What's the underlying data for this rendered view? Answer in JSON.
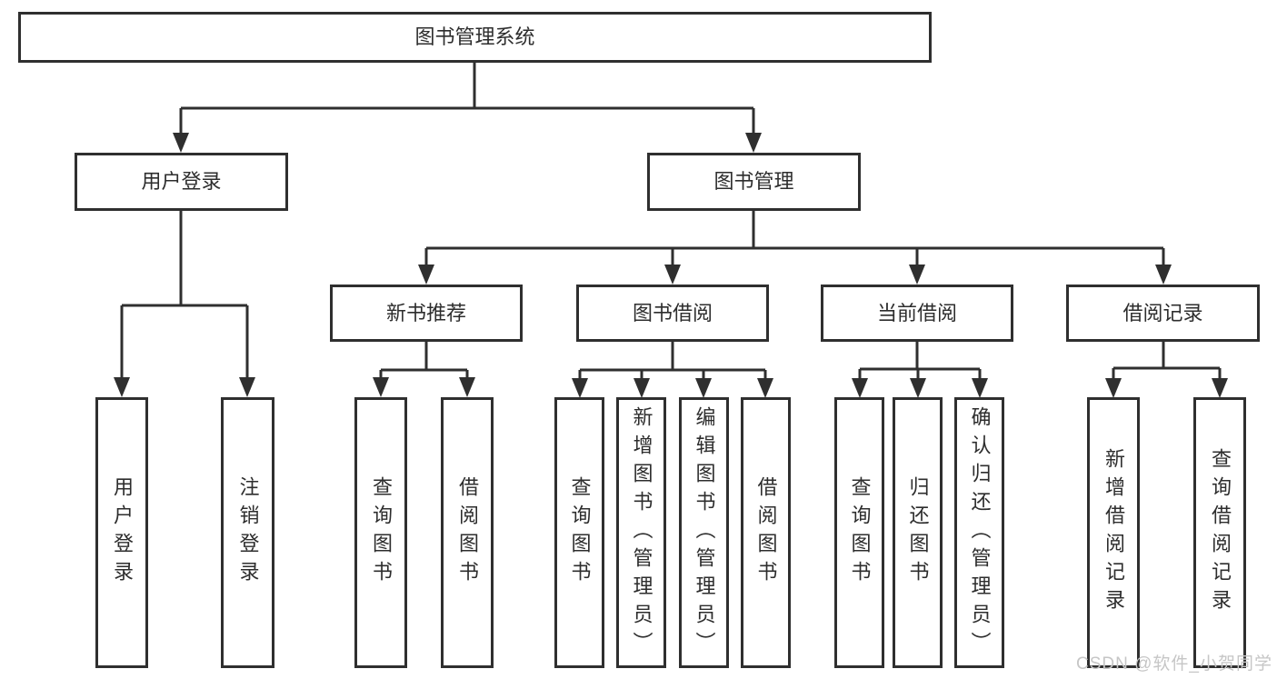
{
  "colors": {
    "line": "#2f2f2f",
    "box_border": "#2f2f2f",
    "text": "#2d2d2d",
    "watermark": "#c6c6c6",
    "background": "#ffffff"
  },
  "tree": {
    "root": {
      "label": "图书管理系统"
    },
    "branches": [
      {
        "label": "用户登录",
        "children": [
          {
            "label": "用户登录"
          },
          {
            "label": "注销登录"
          }
        ]
      },
      {
        "label": "图书管理",
        "children": [
          {
            "label": "新书推荐",
            "children": [
              {
                "label": "查询图书"
              },
              {
                "label": "借阅图书"
              }
            ]
          },
          {
            "label": "图书借阅",
            "children": [
              {
                "label": "查询图书"
              },
              {
                "label": "新增图书（管理员）"
              },
              {
                "label": "编辑图书（管理员）"
              },
              {
                "label": "借阅图书"
              }
            ]
          },
          {
            "label": "当前借阅",
            "children": [
              {
                "label": "查询图书"
              },
              {
                "label": "归还图书"
              },
              {
                "label": "确认归还（管理员）"
              }
            ]
          },
          {
            "label": "借阅记录",
            "children": [
              {
                "label": "新增借阅记录"
              },
              {
                "label": "查询借阅记录"
              }
            ]
          }
        ]
      }
    ]
  },
  "watermark": "CSDN @软件_小贺同学"
}
